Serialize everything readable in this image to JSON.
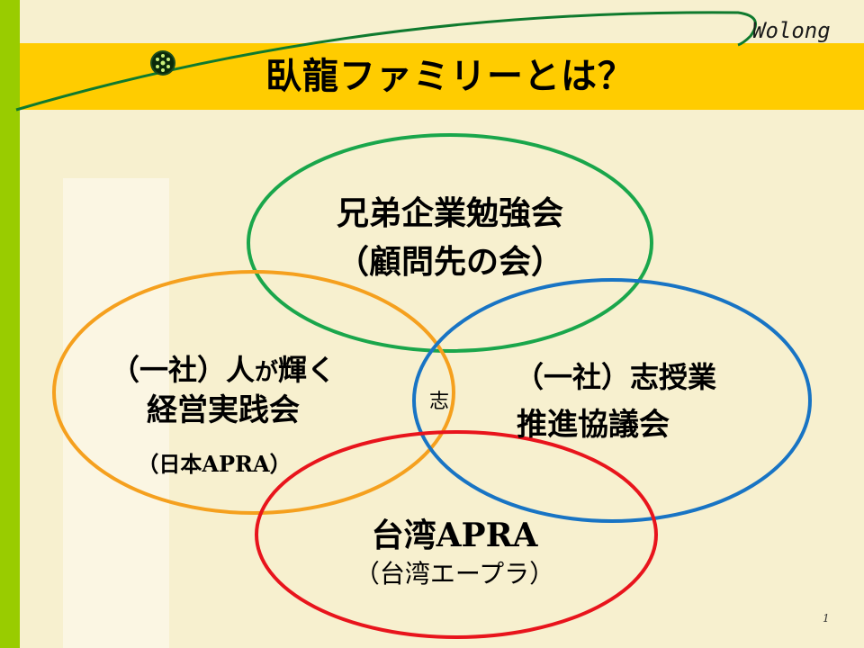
{
  "slide": {
    "title": "臥龍ファミリーとは？",
    "logo_text": "Wolong",
    "page_number": "1"
  },
  "circles": {
    "top": {
      "line1": "兄弟企業勉強会",
      "line2": "（顧問先の会）",
      "color": "#1aa64b"
    },
    "left": {
      "line1_a": "（一社）人",
      "line1_b": "が",
      "line1_c": "輝く",
      "line2": "経営実践会",
      "line3": "（日本APRA）",
      "color": "#f5a01e"
    },
    "right": {
      "line1": "（一社）志授業",
      "line2": "推進協議会",
      "color": "#1874c4"
    },
    "bottom": {
      "line1": "台湾APRA",
      "line2": "（台湾エープラ）",
      "color": "#e8141c"
    },
    "center_label": "志"
  },
  "colors": {
    "left_bar": "#99cc00",
    "title_band": "#ffcc00",
    "background": "#f7f0cf"
  }
}
